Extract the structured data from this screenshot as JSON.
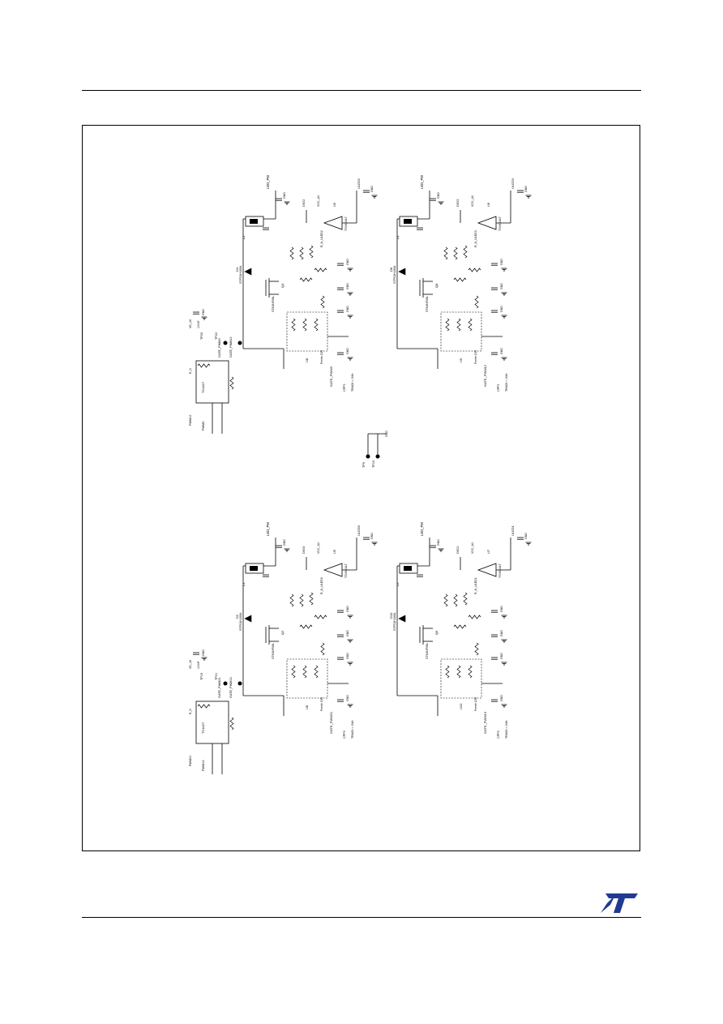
{
  "page": {
    "brand_logo": "ST",
    "accent_color": "#1f3a93"
  },
  "schematic": {
    "power_net": "LED_PW",
    "quadrants": [
      {
        "gate": "GATE_PWM3",
        "cppi": "CPP1",
        "opamp_label": "U5",
        "opamp_part": "TSV631ILT",
        "vcc": "VCC_A1",
        "uled": "ULED2",
        "diode": "D4",
        "diode_part": "STPS1H100A",
        "mosfet": "Q4",
        "mosfet_part": "STN3NF06L",
        "inductor": "L2",
        "ic": "U8",
        "ref_node": "R_N_ULED2",
        "dig": "DIG2"
      },
      {
        "gate": "GATE_PWM12",
        "cppi": "CPP1",
        "opamp_label": "U6",
        "opamp_part": "TSV631ILT",
        "vcc": "VCC_A1",
        "uled": "ULED3",
        "diode": "D8",
        "diode_part": "STPS1H100A",
        "mosfet": "Q8",
        "mosfet_part": "STN3NF06L",
        "inductor": "L4",
        "ic": "U9",
        "ref_node": "R_N_ULED3",
        "dig": "DIG3"
      },
      {
        "gate": "GATE_PWM21",
        "cppi": "CPP2",
        "opamp_label": "U5",
        "opamp_part": "TSV631ILT",
        "vcc": "VCC_A1",
        "uled": "ULED0",
        "diode": "D2",
        "diode_part": "STPS1H100A",
        "mosfet": "Q2",
        "mosfet_part": "STN3NF06L",
        "inductor": "L1",
        "ic": "U8",
        "ref_node": "R_N_ULED0",
        "dig": "DIG0"
      },
      {
        "gate": "GATE_PWM13",
        "cppi": "CPP2",
        "opamp_label": "U7",
        "opamp_part": "TSV631ILT",
        "vcc": "VCC_A1",
        "uled": "ULED1",
        "diode": "D10",
        "diode_part": "STPS1H100A",
        "mosfet": "Q6",
        "mosfet_part": "STN3NF06L",
        "inductor": "L5",
        "ic": "U10",
        "ref_node": "R_N_ULED1",
        "dig": "DIG1"
      }
    ],
    "drivers": [
      {
        "ic_part": "TC4427",
        "pins_in": [
          "PWM12",
          "PWM3"
        ],
        "pins_out": [
          "GATE_PWM3",
          "GATE_PWM12"
        ],
        "supply": "VD_10",
        "cap": "100nF",
        "res": "R_N",
        "tp": [
          "TP20",
          "TP22"
        ]
      },
      {
        "ic_part": "TC4427",
        "pins_in": [
          "PWM21",
          "PWM13"
        ],
        "pins_out": [
          "GATE_PWM21",
          "GATE_PWM13"
        ],
        "supply": "VD_10",
        "cap": "100nF",
        "res": "R_N",
        "tp": [
          "TP19",
          "TP21"
        ]
      }
    ],
    "test_points": [
      "TP9",
      "TP10",
      "GND"
    ],
    "common_labels": {
      "gnd": "GND",
      "track": "TRACK = 1Wb",
      "ferrite": "Ferrite 20R"
    }
  }
}
